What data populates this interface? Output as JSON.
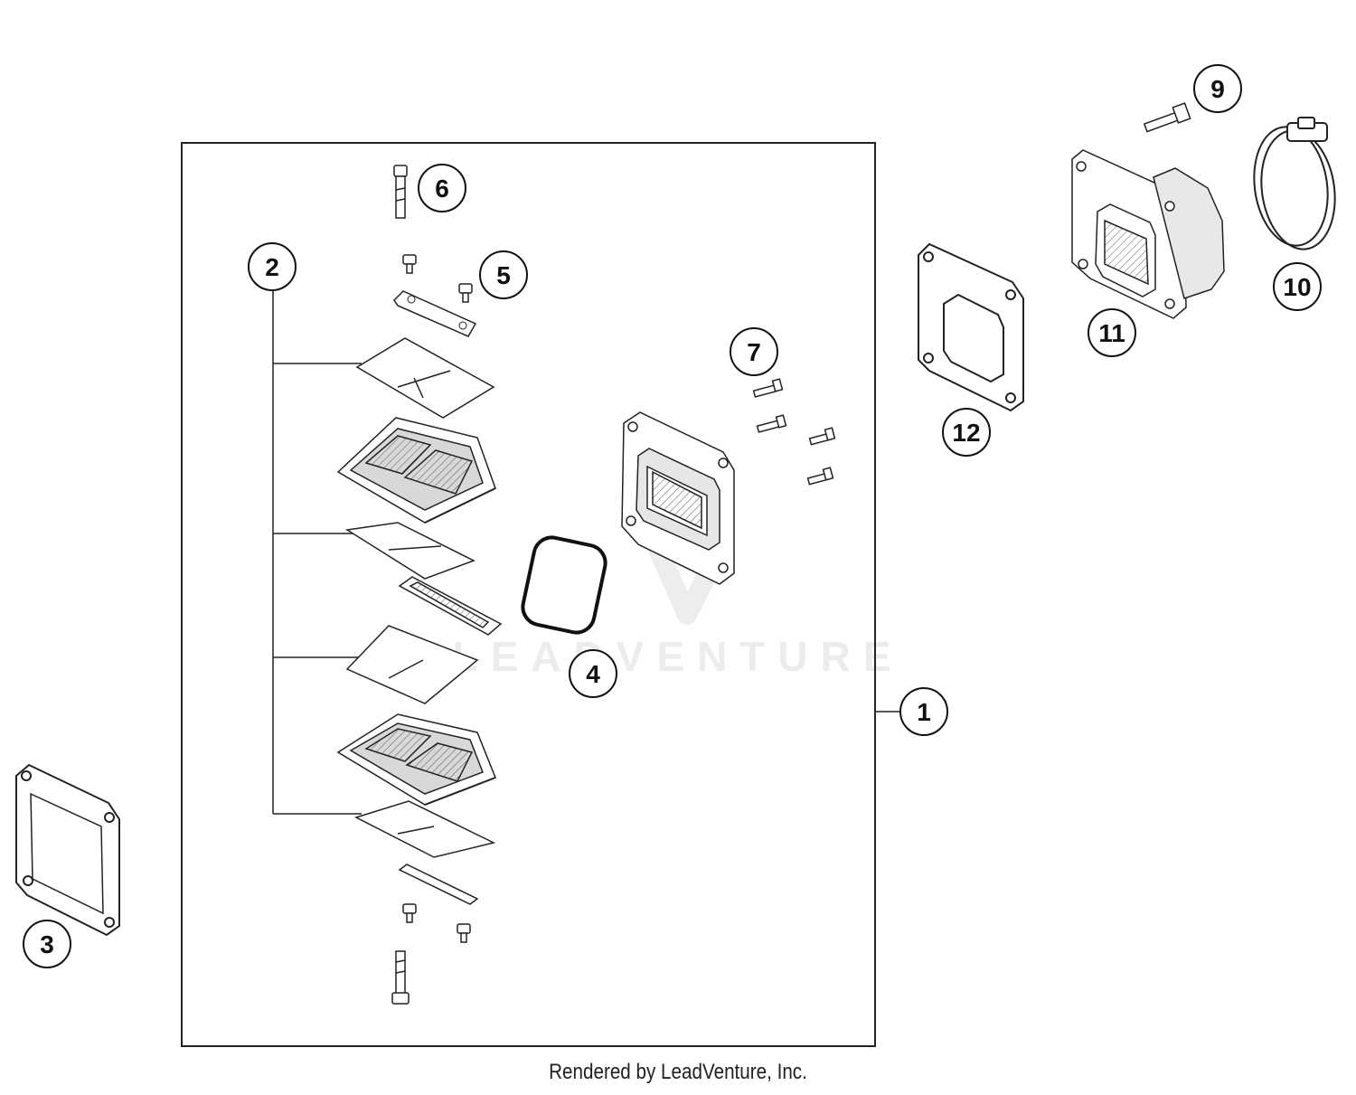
{
  "footer": {
    "credit": "Rendered by LeadVenture, Inc."
  },
  "watermark": {
    "text": "LEADVENTURE"
  },
  "callouts": [
    "1",
    "2",
    "3",
    "4",
    "5",
    "6",
    "7",
    "9",
    "10",
    "11",
    "12"
  ],
  "colors": {
    "line": "#222222",
    "watermark": "#ececec"
  }
}
